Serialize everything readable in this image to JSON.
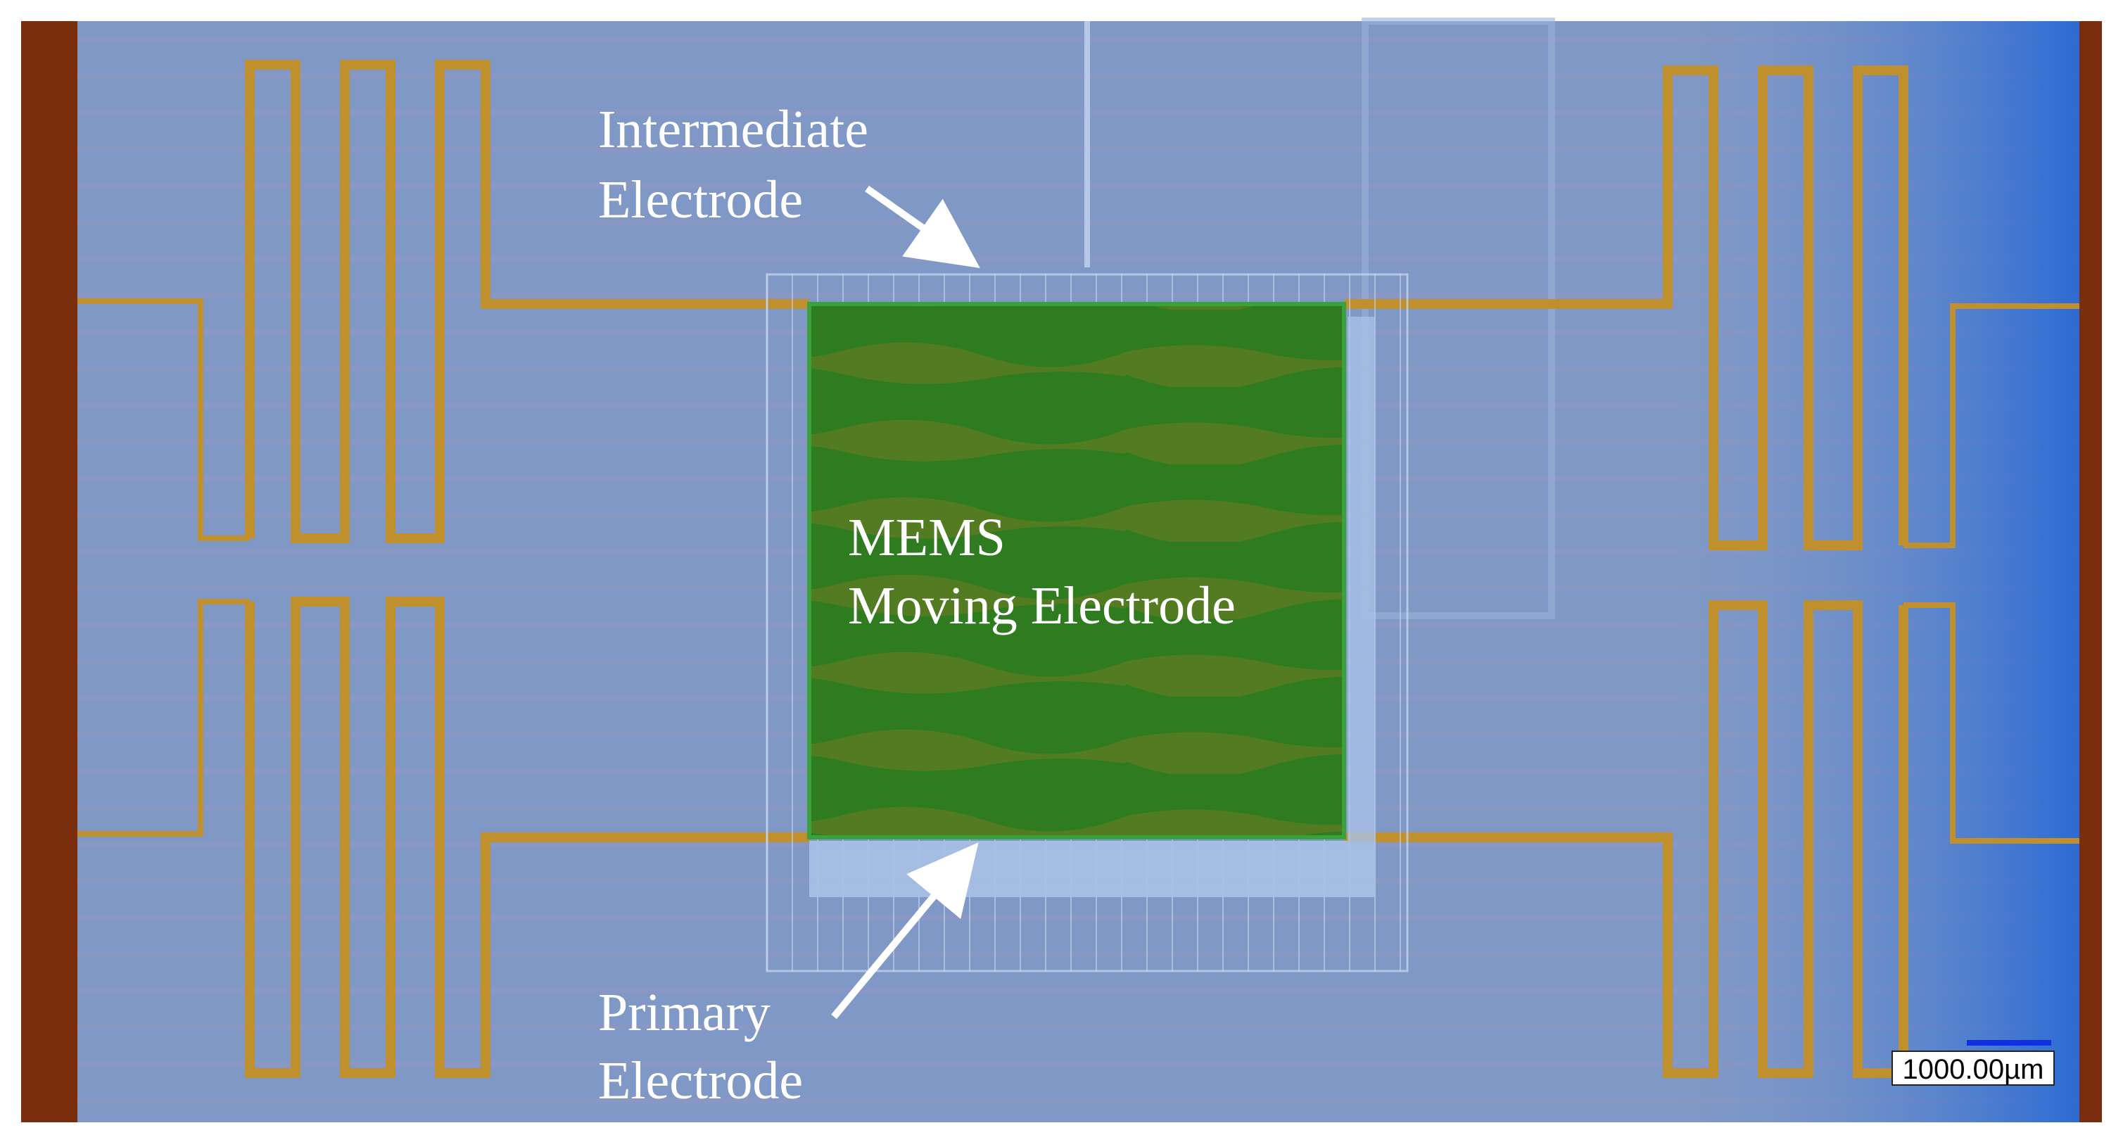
{
  "labels": {
    "intermediate_line1": "Intermediate",
    "intermediate_line2": "Electrode",
    "mems_line1": "MEMS",
    "mems_line2": "Moving Electrode",
    "primary_line1": "Primary",
    "primary_line2": "Electrode"
  },
  "scale_bar": {
    "text": "1000.00µm"
  },
  "colors": {
    "substrate": "#7f9bc6",
    "frame_edge": "#7a2e0e",
    "spring_trace": "#c0902f",
    "spring_inner": "#7fa0c9",
    "moving_electrode": "#2d7a20",
    "bright_blue_region": "#1d63d6",
    "scale_bar_line": "#1030e0",
    "annotation": "#ffffff"
  },
  "icons": {
    "arrow": "arrow-icon"
  }
}
